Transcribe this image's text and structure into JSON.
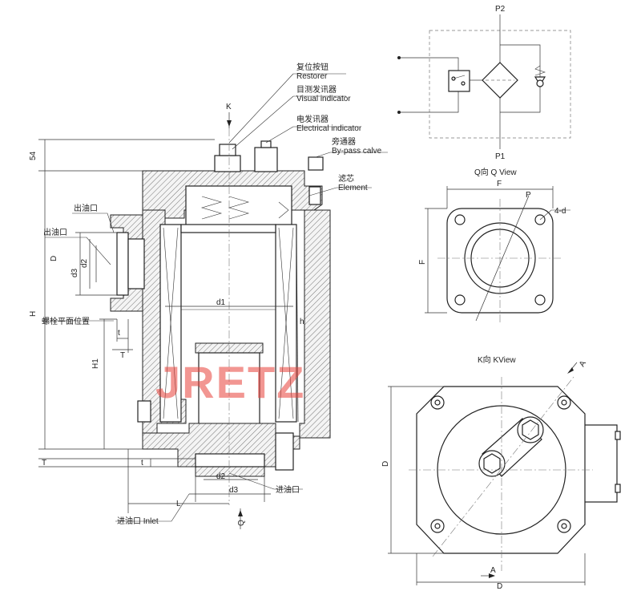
{
  "watermark": "JRETZ",
  "labels": {
    "restorer_cn": "复位按钮",
    "restorer_en": "Restorer",
    "visual_cn": "目测发讯器",
    "visual_en": "Visual indicator",
    "electrical_cn": "电发讯器",
    "electrical_en": "Electrical indicator",
    "bypass_cn": "旁通器",
    "bypass_en": "By-pass calve",
    "element_cn": "滤芯",
    "element_en": "Element",
    "outlet_1": "出油口",
    "outlet_2": "出油口",
    "bolt_plane": "螺栓平面位置",
    "inlet_bottom": "进油口",
    "inlet_label": "进油口 Inlet"
  },
  "dims": {
    "k": "K",
    "h54": "54",
    "H": "H",
    "H1": "H1",
    "h": "h",
    "d1": "d1",
    "d2_side": "d2",
    "d3_side": "d3",
    "D_side": "D",
    "t_side": "t",
    "T_side": "T",
    "t_bottom": "t",
    "T_bottom": "T",
    "d2_bottom": "d2",
    "d3_bottom": "d3",
    "L": "L",
    "Q": "Q"
  },
  "schematic": {
    "p2": "P2",
    "p1": "P1"
  },
  "q_view": {
    "title": "Q向 Q View",
    "F_top": "F",
    "F_side": "F",
    "P": "P",
    "holes": "4-d"
  },
  "k_view": {
    "title": "K向 KView",
    "A_top": "A",
    "A_bottom": "A",
    "D_bottom": "D",
    "D_side": "D"
  }
}
